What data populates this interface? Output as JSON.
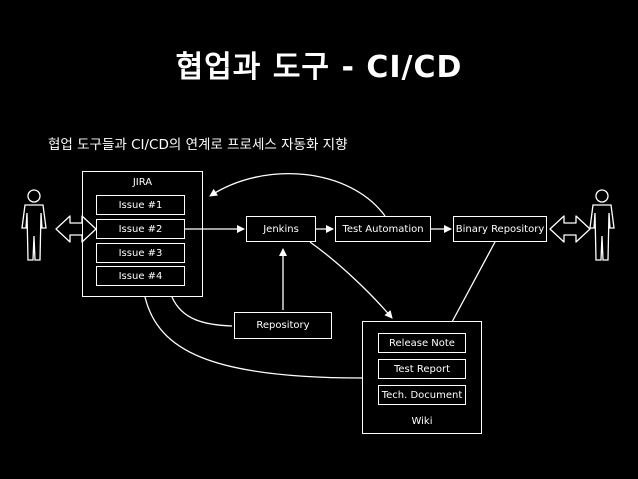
{
  "title": "협업과 도구 - CI/CD",
  "subtitle": "협업 도구들과  CI/CD의 연계로 프로세스 자동화 지향",
  "jira": {
    "label": "JIRA",
    "issues": [
      "Issue #1",
      "Issue #2",
      "Issue #3",
      "Issue #4"
    ]
  },
  "jenkins": "Jenkins",
  "test_automation": "Test Automation",
  "binary_repository": "Binary Repository",
  "repository": "Repository",
  "wiki": {
    "label": "Wiki",
    "items": [
      "Release Note",
      "Test Report",
      "Tech. Document"
    ]
  },
  "colors": {
    "background": "#000000",
    "foreground": "#ffffff"
  }
}
